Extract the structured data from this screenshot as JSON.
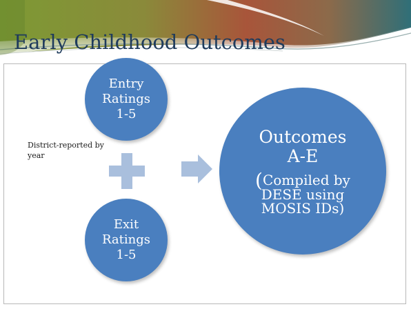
{
  "slide": {
    "title": "Early Childhood Outcomes"
  },
  "diagram": {
    "entry_circle": {
      "lines": [
        "Entry",
        "Ratings",
        "1-5"
      ]
    },
    "exit_circle": {
      "lines": [
        "Exit",
        "Ratings",
        "1-5"
      ]
    },
    "outcomes_circle": {
      "heading": "Outcomes",
      "range": "A-E",
      "note_paren_open": "(",
      "note_lines": [
        "Compiled by",
        "DESE using",
        "MOSIS IDs)"
      ]
    },
    "side_note": "District-reported by year",
    "connector_icons": [
      "plus-icon",
      "right-arrow-icon"
    ]
  },
  "colors": {
    "circle_fill": "#4a7fbf",
    "connector_fill": "#a9bfdd",
    "title_text": "#1f3b5c",
    "banner_green": "#6f8f2a",
    "banner_red": "#b0452e",
    "banner_teal": "#2f6f78"
  }
}
